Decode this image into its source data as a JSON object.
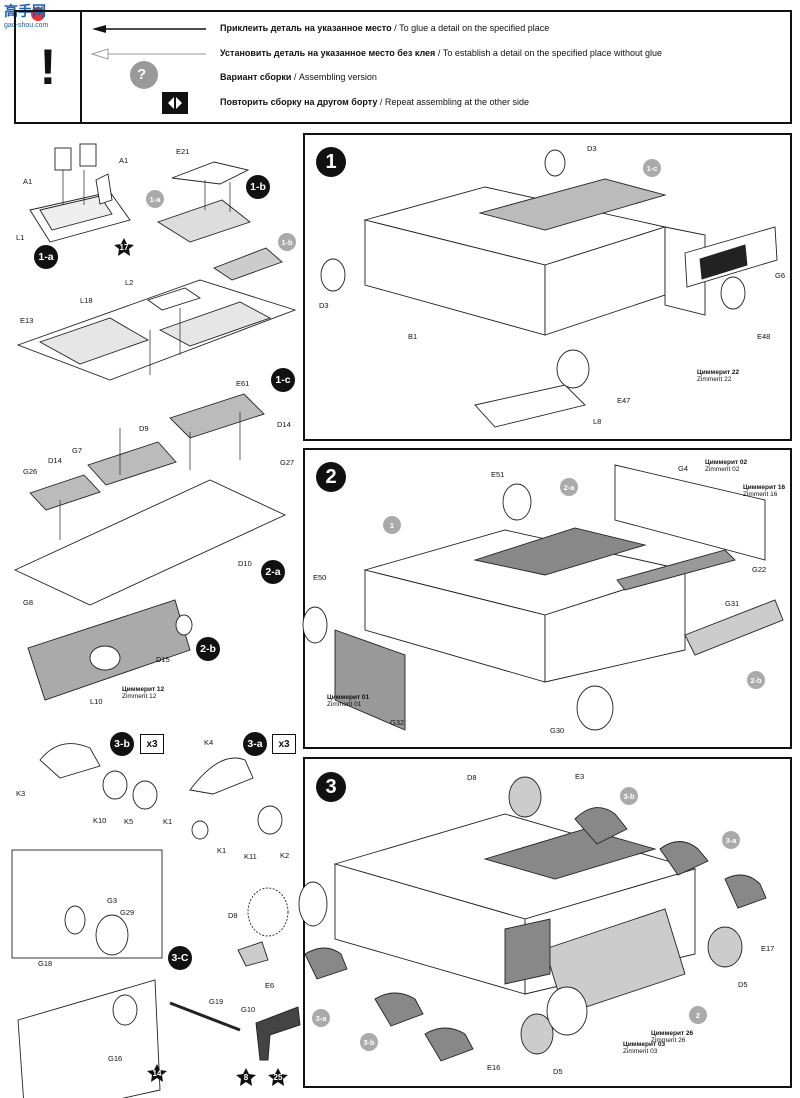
{
  "watermark": {
    "line1": "高手网",
    "line2": "gao-shou.com"
  },
  "legend": {
    "excl": "!",
    "rows": [
      {
        "ru": "Приклеить деталь на указанное место",
        "sep": " / ",
        "en": "To glue a detail on the specified place"
      },
      {
        "ru": "Установить деталь на указанное место без клея",
        "sep": " / ",
        "en": "To establish a detail on the specified place without glue"
      },
      {
        "ru": "Вариант сборки",
        "sep": " / ",
        "en": "Assembling version"
      },
      {
        "ru": "Повторить сборку на другом борту",
        "sep": "  /  ",
        "en": "Repeat assembling at the other side"
      }
    ],
    "question": "?"
  },
  "steps": {
    "s1": "1",
    "s2": "2",
    "s3": "3",
    "s1a": "1-a",
    "s1b": "1-b",
    "s1c": "1-c",
    "s2a": "2-a",
    "s2b": "2-b",
    "s3a": "3-a",
    "s3b": "3-b",
    "s3c": "3-C",
    "x3": "x3"
  },
  "stars": [
    "17",
    "14",
    "8",
    "25"
  ],
  "labels": {
    "A1": "A1",
    "L1": "L1",
    "E21": "E21",
    "L2": "L2",
    "L18": "L18",
    "E13": "E13",
    "E61": "E61",
    "D9": "D9",
    "D14": "D14",
    "G7": "G7",
    "G26": "G26",
    "G27": "G27",
    "G8": "G8",
    "D10": "D10",
    "D15": "D15",
    "L10": "L10",
    "K3": "K3",
    "K10": "K10",
    "K5": "K5",
    "K1": "K1",
    "K4": "K4",
    "K11": "K11",
    "K2": "K2",
    "G3": "G3",
    "G29": "G29",
    "G18": "G18",
    "D8": "D8",
    "E6": "E6",
    "G19": "G19",
    "G10": "G10",
    "G16": "G16",
    "D3": "D3",
    "G6": "G6",
    "E48": "E48",
    "B1": "B1",
    "E47": "E47",
    "L8": "L8",
    "E51": "E51",
    "G4": "G4",
    "E50": "E50",
    "G22": "G22",
    "G31": "G31",
    "G32": "G32",
    "G30": "G30",
    "E3": "E3",
    "E17": "E17",
    "D5": "D5",
    "E16": "E16"
  },
  "zimmerit": {
    "z12": {
      "ru": "Циммерит 12",
      "en": "Zimmerit 12"
    },
    "z22": {
      "ru": "Циммерит 22",
      "en": "Zimmerit 22"
    },
    "z02": {
      "ru": "Циммерит 02",
      "en": "Zimmerit 02"
    },
    "z16": {
      "ru": "Циммерит 16",
      "en": "Zimmerit 16"
    },
    "z01": {
      "ru": "Циммерит 01",
      "en": "Zimmerit 01"
    },
    "z03": {
      "ru": "Циммерит 03",
      "en": "Zimmerit 03"
    },
    "z26": {
      "ru": "Циммерит 26",
      "en": "Zimmerit 26"
    }
  }
}
